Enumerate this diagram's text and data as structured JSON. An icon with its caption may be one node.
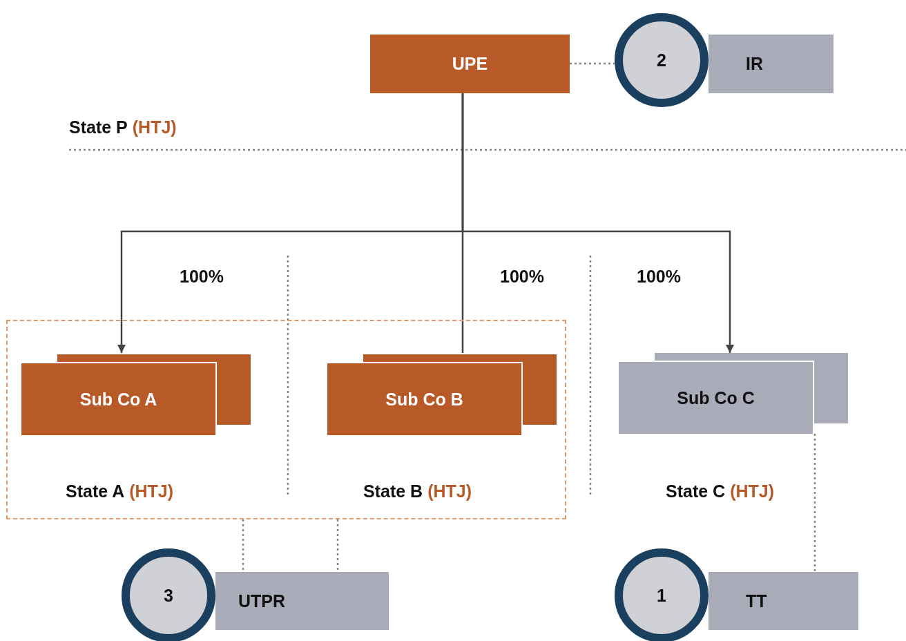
{
  "diagram": {
    "nodes": [
      {
        "text": [
          "UPE"
        ]
      },
      {
        "text": [
          "2"
        ]
      },
      {
        "text": [
          "IR"
        ]
      },
      {
        "text": [],
        "shape": "box"
      },
      {
        "text": [
          "Sub Co A"
        ],
        "in": 3
      },
      {
        "text": [
          "Sub Co B"
        ],
        "in": 3
      },
      {
        "text": [
          "Sub Co C"
        ]
      },
      {
        "text": [
          "3"
        ]
      },
      {
        "text": [
          "UTPR"
        ]
      },
      {
        "text": [
          "1"
        ]
      },
      {
        "text": [
          "TT"
        ]
      }
    ],
    "edges": [
      {
        "from": 0,
        "to": 1,
        "arrow": "none",
        "style": "dashed"
      },
      {
        "from": 0,
        "to": 4,
        "arrow": "to"
      },
      {
        "from": 0,
        "to": 5,
        "arrow": "none"
      },
      {
        "from": 0,
        "to": 6,
        "arrow": "to"
      },
      {
        "from": 3,
        "to": 8,
        "arrow": "none",
        "style": "dashed"
      },
      {
        "from": 3,
        "to": 8,
        "arrow": "none",
        "style": "dashed"
      },
      {
        "from": 6,
        "to": 10,
        "arrow": "none",
        "style": "dashed"
      }
    ],
    "labels": [
      "State P",
      "(HTJ)",
      "100%",
      "100%",
      "100%",
      "State A",
      "(HTJ)",
      "State B",
      "(HTJ)",
      "State C",
      "(HTJ)"
    ]
  }
}
